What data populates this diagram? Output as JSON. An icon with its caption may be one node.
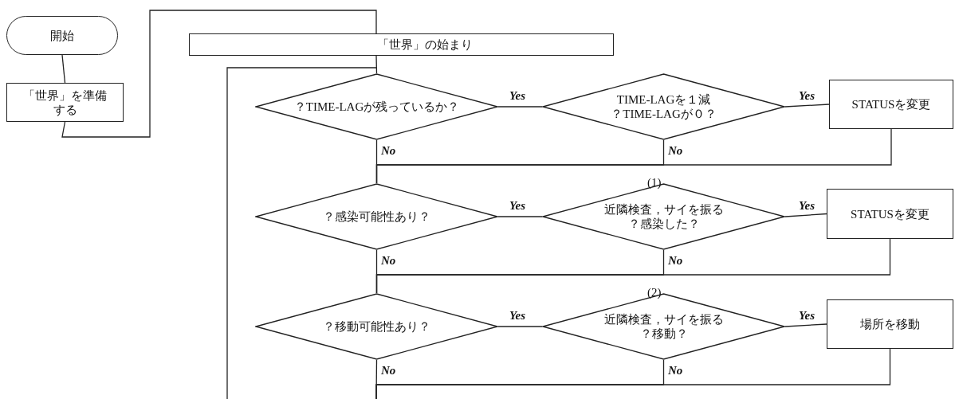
{
  "diagram": {
    "nodes": [
      {
        "text": [
          "開始"
        ]
      },
      {
        "text": [
          "「世界」を準備する"
        ]
      },
      {
        "text": [
          "「世界」の始まり"
        ]
      },
      {
        "text": [
          "？TIME-LAGが残っているか？"
        ]
      },
      {
        "text": [
          "TIME-LAGを１減",
          "？TIME-LAGが０？"
        ]
      },
      {
        "text": [
          "STATUSを変更"
        ]
      },
      {
        "text": [
          "？感染可能性あり？"
        ]
      },
      {
        "text": [
          "近隣検査，サイを振る",
          "？感染した？"
        ],
        "beside": [
          "(1)"
        ]
      },
      {
        "text": [
          "STATUSを変更"
        ]
      },
      {
        "text": [
          "？移動可能性あり？"
        ]
      },
      {
        "text": [
          "近隣検査，サイを振る",
          "？移動？"
        ],
        "beside": [
          "(2)"
        ]
      },
      {
        "text": [
          "場所を移動"
        ]
      }
    ],
    "edges": [
      {
        "from": 0,
        "to": 1,
        "arrow": "none"
      },
      {
        "from": 1,
        "to": 2,
        "arrow": "none"
      },
      {
        "from": 2,
        "to": 3,
        "arrow": "none"
      },
      {
        "from": 3,
        "to": 4,
        "label": "Yes",
        "arrow": "none"
      },
      {
        "from": 4,
        "to": 5,
        "label": "Yes",
        "arrow": "none"
      },
      {
        "from": 3,
        "to": 6,
        "label": "No",
        "arrow": "none"
      },
      {
        "from": 4,
        "to": 6,
        "label": "No",
        "arrow": "none"
      },
      {
        "from": 5,
        "to": 6,
        "arrow": "none"
      },
      {
        "from": 6,
        "to": 7,
        "label": "Yes",
        "arrow": "none"
      },
      {
        "from": 7,
        "to": 8,
        "label": "Yes",
        "arrow": "none"
      },
      {
        "from": 6,
        "to": 9,
        "label": "No",
        "arrow": "none"
      },
      {
        "from": 7,
        "to": 9,
        "label": "No",
        "arrow": "none"
      },
      {
        "from": 8,
        "to": 9,
        "arrow": "none"
      },
      {
        "from": 9,
        "to": 10,
        "label": "Yes",
        "arrow": "none"
      },
      {
        "from": 10,
        "to": 11,
        "label": "Yes",
        "arrow": "none"
      },
      {
        "from": 9,
        "to": null,
        "label": "No",
        "arrow": "none"
      },
      {
        "from": 10,
        "to": null,
        "label": "No",
        "arrow": "none"
      },
      {
        "from": 11,
        "to": null,
        "arrow": "none"
      }
    ]
  }
}
